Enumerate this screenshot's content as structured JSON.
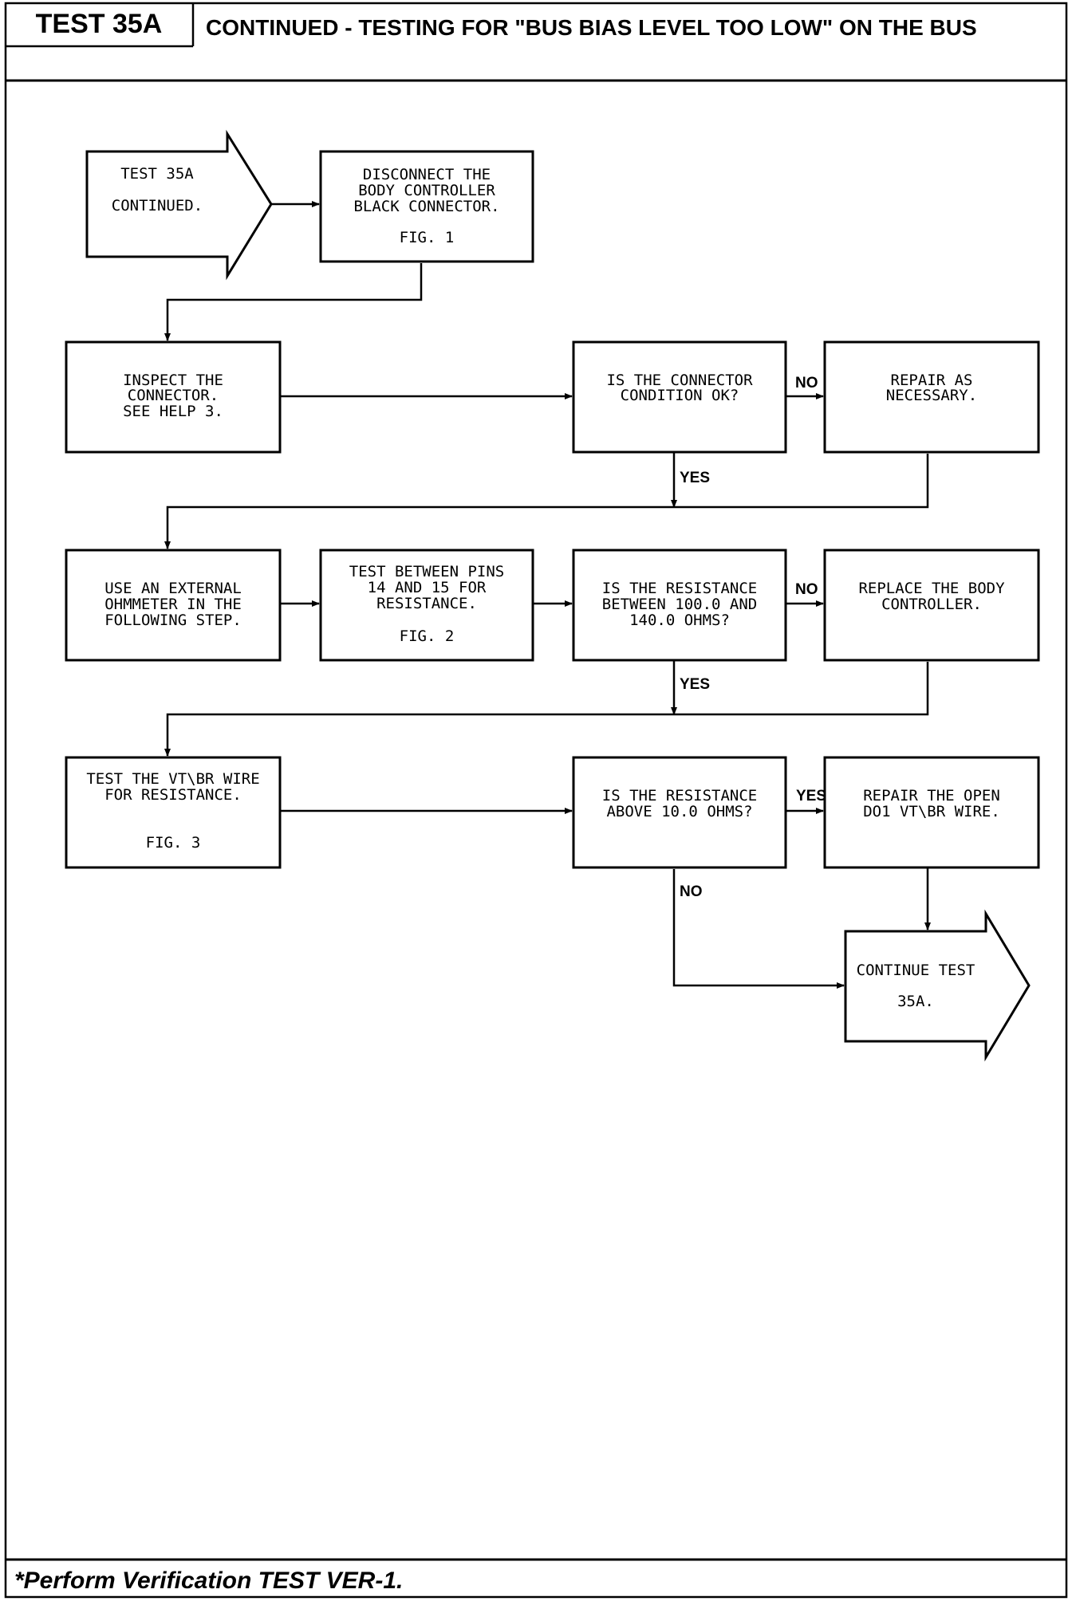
{
  "header": {
    "test_id": "TEST 35A",
    "title": "CONTINUED - TESTING FOR \"BUS BIAS LEVEL TOO LOW\" ON THE BUS"
  },
  "flowchart": {
    "start": [
      "TEST 35A",
      "CONTINUED."
    ],
    "disconnect": [
      "DISCONNECT THE",
      "BODY CONTROLLER",
      "BLACK CONNECTOR.",
      "FIG. 1"
    ],
    "inspect": [
      "INSPECT THE",
      "CONNECTOR.",
      "SEE HELP 3."
    ],
    "connector_ok": [
      "IS THE CONNECTOR",
      "CONDITION OK?"
    ],
    "repair": [
      "REPAIR AS",
      "NECESSARY."
    ],
    "use_ohmmeter": [
      "USE AN EXTERNAL",
      "OHMMETER IN THE",
      "FOLLOWING STEP."
    ],
    "test_pins": [
      "TEST BETWEEN PINS",
      "14 AND 15 FOR",
      "RESISTANCE.",
      "FIG. 2"
    ],
    "resistance_range": [
      "IS THE RESISTANCE",
      "BETWEEN 100.0 AND",
      "140.0 OHMS?"
    ],
    "replace_controller": [
      "REPLACE THE BODY",
      "CONTROLLER."
    ],
    "test_wire": [
      "TEST THE VT\\BR WIRE",
      "FOR RESISTANCE.",
      "FIG. 3"
    ],
    "resistance_above": [
      "IS THE RESISTANCE",
      "ABOVE 10.0 OHMS?"
    ],
    "repair_open": [
      "REPAIR THE OPEN",
      "DO1 VT\\BR WIRE."
    ],
    "continue": [
      "CONTINUE TEST",
      "35A."
    ],
    "labels": {
      "yes": "YES",
      "no": "NO"
    }
  },
  "footer": {
    "note": "*Perform Verification TEST VER-1."
  }
}
